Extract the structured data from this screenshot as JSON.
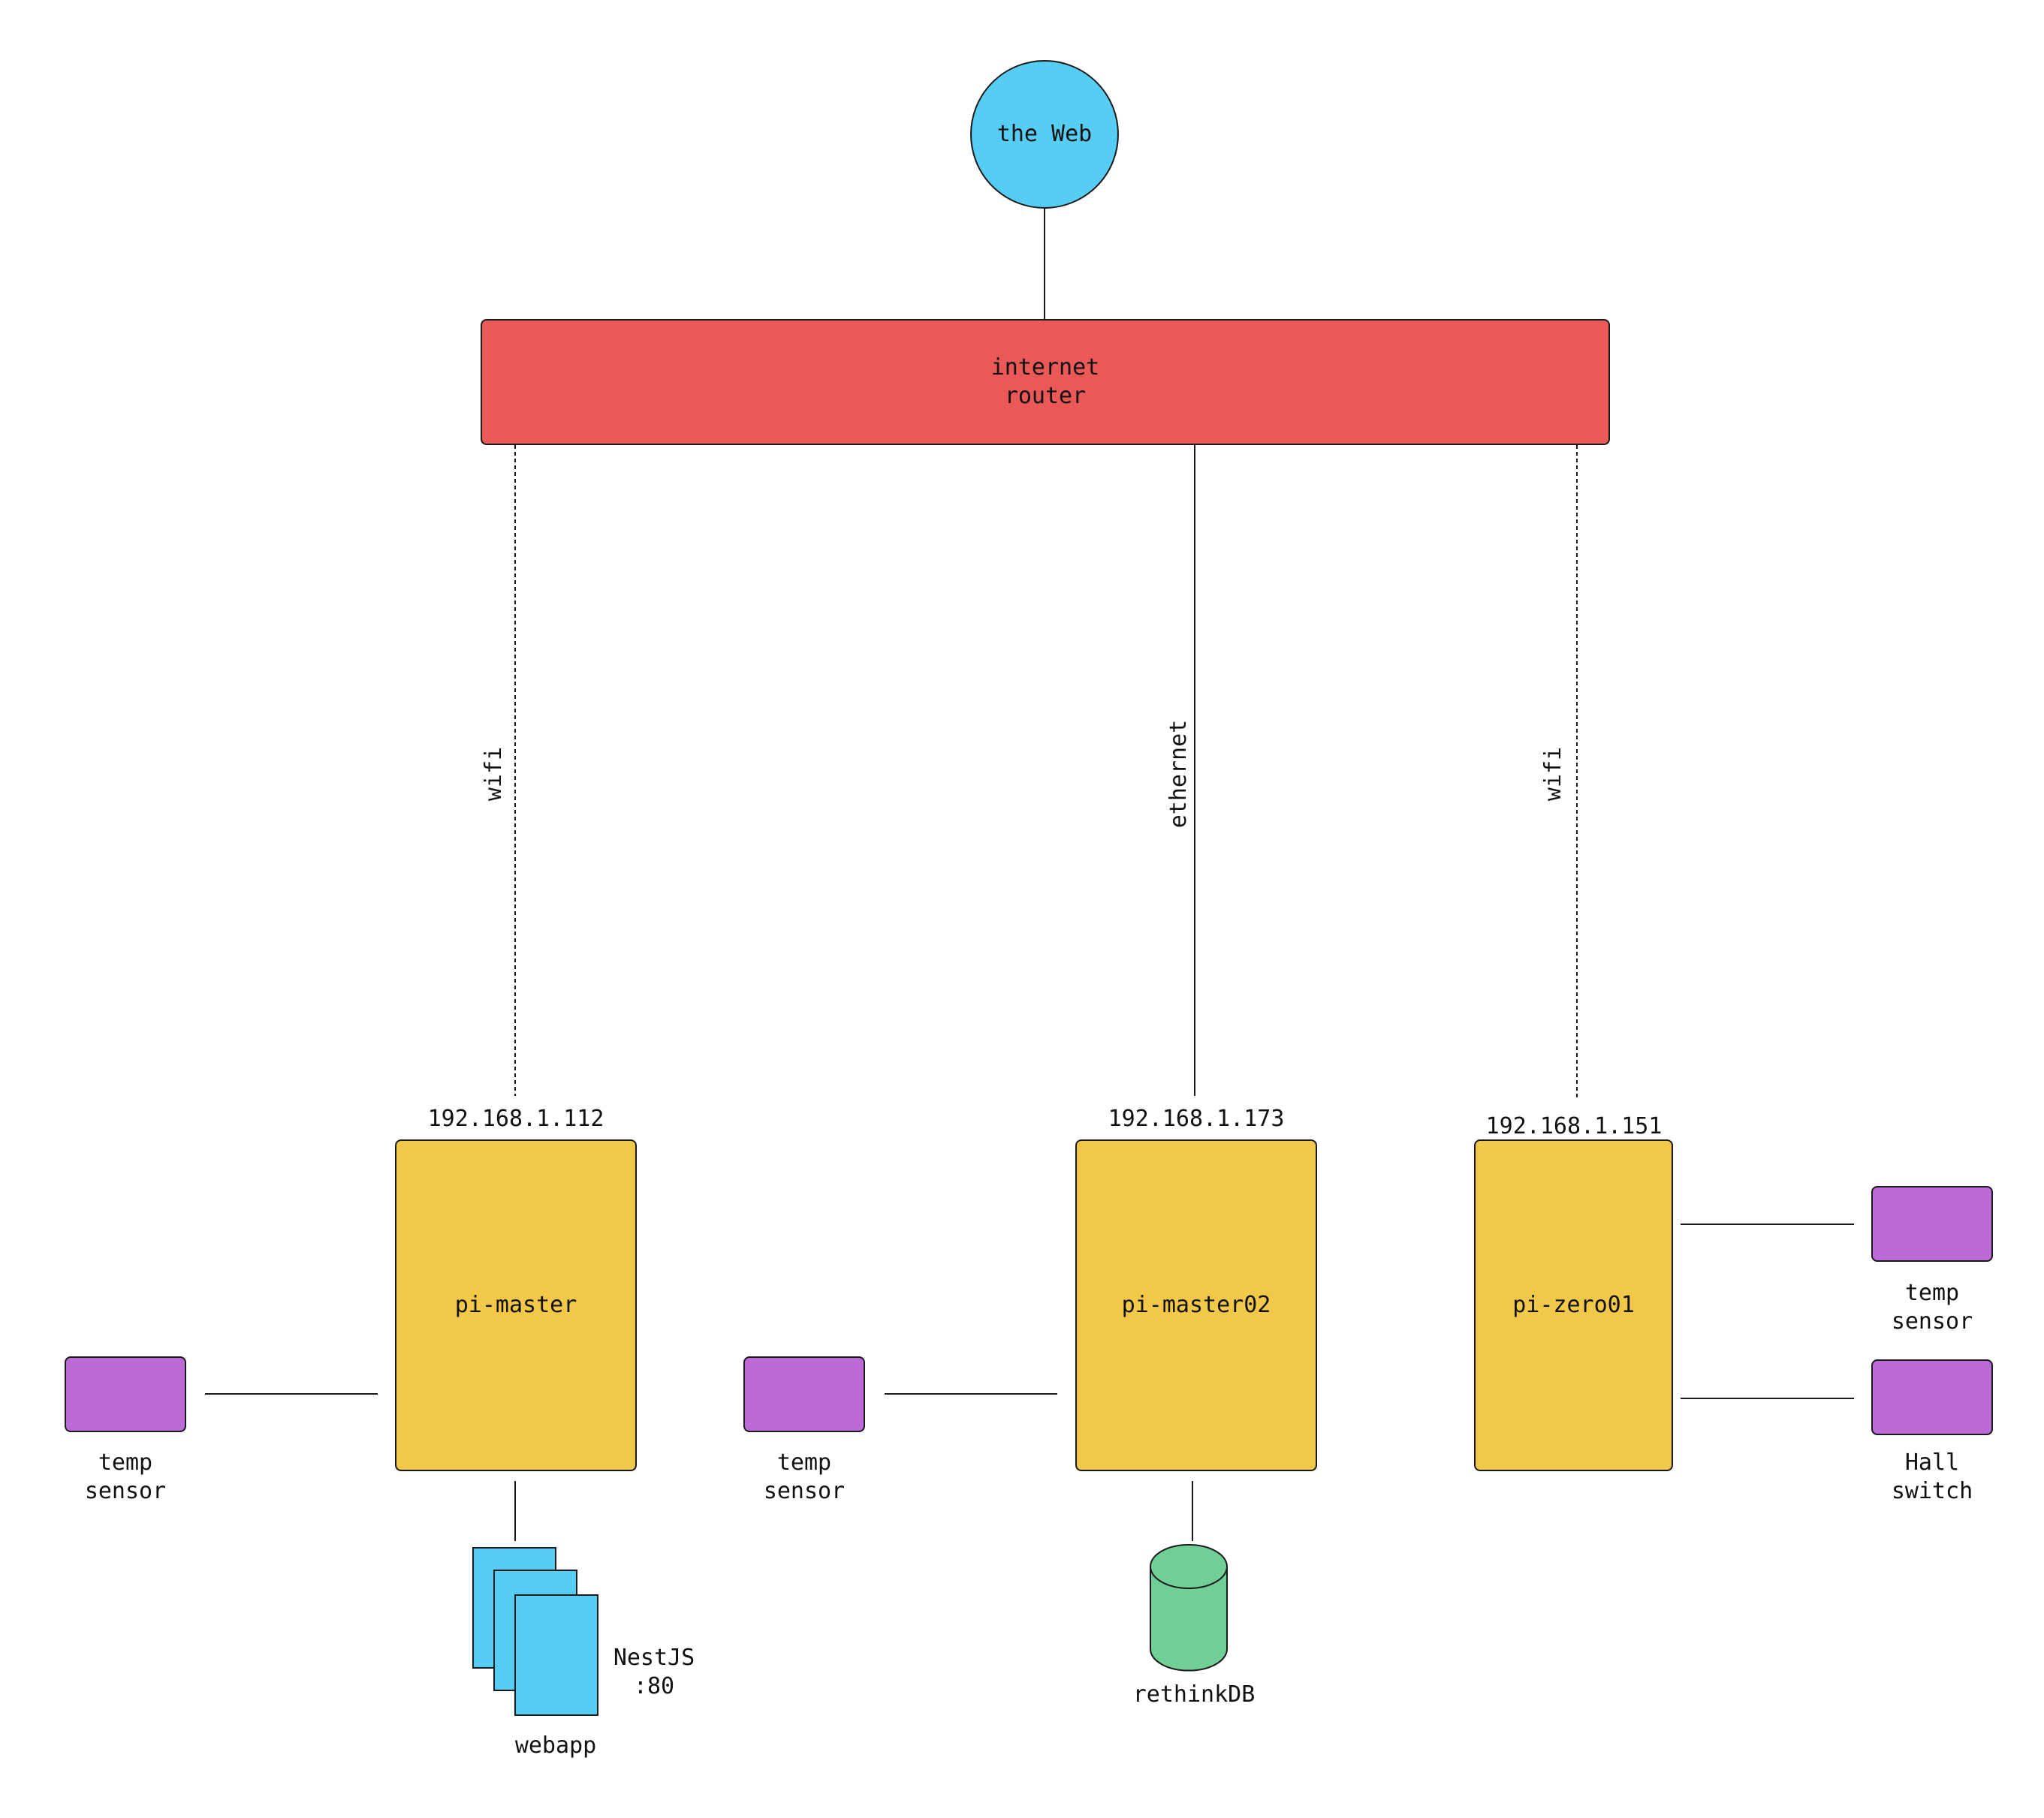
{
  "nodes": {
    "web": {
      "label": "the Web",
      "color": "#56cdf3"
    },
    "router": {
      "label": "internet\nrouter",
      "color": "#eb5858"
    },
    "pi_master": {
      "label": "pi-master",
      "ip": "192.168.1.112",
      "color": "#f2c84b"
    },
    "pi_master02": {
      "label": "pi-master02",
      "ip": "192.168.1.173",
      "color": "#f2c84b"
    },
    "pi_zero01": {
      "label": "pi-zero01",
      "ip": "192.168.1.151",
      "color": "#f2c84b"
    }
  },
  "links": {
    "pi_master": "wifi",
    "pi_master02": "ethernet",
    "pi_zero01": "wifi"
  },
  "peripherals": {
    "pi_master_sensor": "temp\nsensor",
    "pi_master02_sensor": "temp\nsensor",
    "pi_zero01_temp": "temp\nsensor",
    "pi_zero01_hall": "Hall\nswitch",
    "sensor_color": "#bb6ad8"
  },
  "services": {
    "webapp": "webapp",
    "webapp_port": "NestJS\n:80",
    "database": "rethinkDB",
    "database_color": "#6fcf97"
  }
}
